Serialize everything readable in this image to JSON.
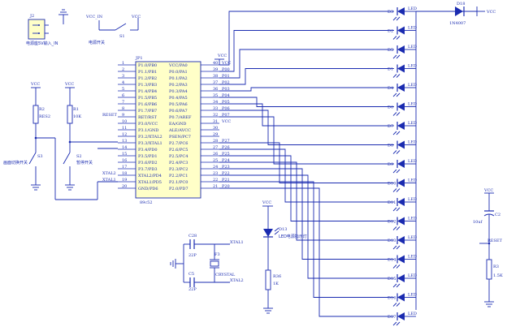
{
  "mcu": {
    "ref": "JP1",
    "part": "89c52",
    "left_pins": [
      "P1.0/PB0",
      "P1.1/PB1",
      "P1.2/PB2",
      "P1.3/PB3",
      "P1.4/PB4",
      "P1.5/PB5",
      "P1.6/PB6",
      "P1.7/PB7",
      "RET/RST",
      "P3.0/VCC",
      "P3.1/GND",
      "P3.2/XTAL2",
      "P3.3/XTAL1",
      "P3.4/PD0",
      "P3.5/PD1",
      "P3.6/PD2",
      "P3.7/PD3",
      "XTAL2/PD4",
      "XTAL1/PD5",
      "GND/PD6"
    ],
    "right_pins": [
      "VCC/PA0",
      "P0.0/PA1",
      "P0.1/PA2",
      "P0.2/PA3",
      "P0.3/PA4",
      "P0.4/PA5",
      "P0.5/PA6",
      "P0.6/PA7",
      "P0.7/AREF",
      "EA/GND",
      "ALE/AVCC",
      "PSEN/PC7",
      "P2.7/PC6",
      "P2.6/PC5",
      "P2.5/PC4",
      "P2.4/PC3",
      "P2.3/PC2",
      "P2.2/PC1",
      "P2.1/PC0",
      "P2.0/PD7"
    ],
    "left_numbers": [
      "1",
      "2",
      "3",
      "4",
      "5",
      "6",
      "7",
      "8",
      "9",
      "10",
      "11",
      "12",
      "13",
      "14",
      "15",
      "16",
      "17",
      "18",
      "19",
      "20"
    ],
    "right_numbers": [
      "40",
      "39",
      "38",
      "37",
      "36",
      "35",
      "34",
      "33",
      "32",
      "31",
      "30",
      "29",
      "28",
      "27",
      "26",
      "25",
      "24",
      "23",
      "22",
      "21"
    ],
    "right_nets": [
      "VCC",
      "P00",
      "P01",
      "P02",
      "P03",
      "P04",
      "P05",
      "P06",
      "P07",
      "VCC",
      "",
      "",
      "P27",
      "P26",
      "P25",
      "P24",
      "P23",
      "P22",
      "P21",
      "P20"
    ],
    "left_nets": [
      "",
      "",
      "",
      "",
      "",
      "",
      "",
      "",
      "RESET",
      "",
      "",
      "",
      "",
      "",
      "",
      "",
      "",
      "XTAL2",
      "XTAL1",
      ""
    ]
  },
  "connector": {
    "ref": "J2",
    "label": "电源座5V输入_IN"
  },
  "power_switch": {
    "vcc_in": "VCC_IN",
    "vcc": "VCC",
    "ref": "S1",
    "label": "电源开关"
  },
  "resistors": [
    {
      "ref": "R2",
      "value": "RES2",
      "vcc": "VCC"
    },
    {
      "ref": "R1",
      "value": "10K",
      "vcc": "VCC"
    }
  ],
  "switches": [
    {
      "ref": "S3",
      "label": "画面切换开关"
    },
    {
      "ref": "S2",
      "label": "暂停开关"
    }
  ],
  "led_array": {
    "refs": [
      "D3",
      "D2",
      "D5",
      "D1",
      "D4",
      "D6",
      "D7",
      "D8",
      "D9",
      "D10",
      "D11",
      "D12",
      "D13",
      "D14",
      "D15",
      "D16",
      "D17"
    ],
    "label": "LED"
  },
  "diode": {
    "ref": "D18",
    "part": "1N4007",
    "vcc": "VCC"
  },
  "power_led": {
    "vcc": "VCC",
    "ref": "D13",
    "label": "LED电源指示灯",
    "resistor": "R36",
    "value": "1K"
  },
  "crystal": {
    "c_top": {
      "ref": "C28",
      "value": "22P"
    },
    "c_bot": {
      "ref": "C5",
      "value": "22P"
    },
    "xtal": {
      "ref": "F3",
      "label": "CRYSTAL"
    },
    "net1": "XTAL1",
    "net2": "XTAL2"
  },
  "reset": {
    "vcc": "VCC",
    "cap_ref": "C2",
    "cap_value": "10uf",
    "net": "RESET",
    "res_ref": "R3",
    "res_value": "1.5K"
  },
  "colors": {
    "wire": "#1a2bb0",
    "led_fill": "#1a2bb0",
    "background": "#ffffff"
  }
}
